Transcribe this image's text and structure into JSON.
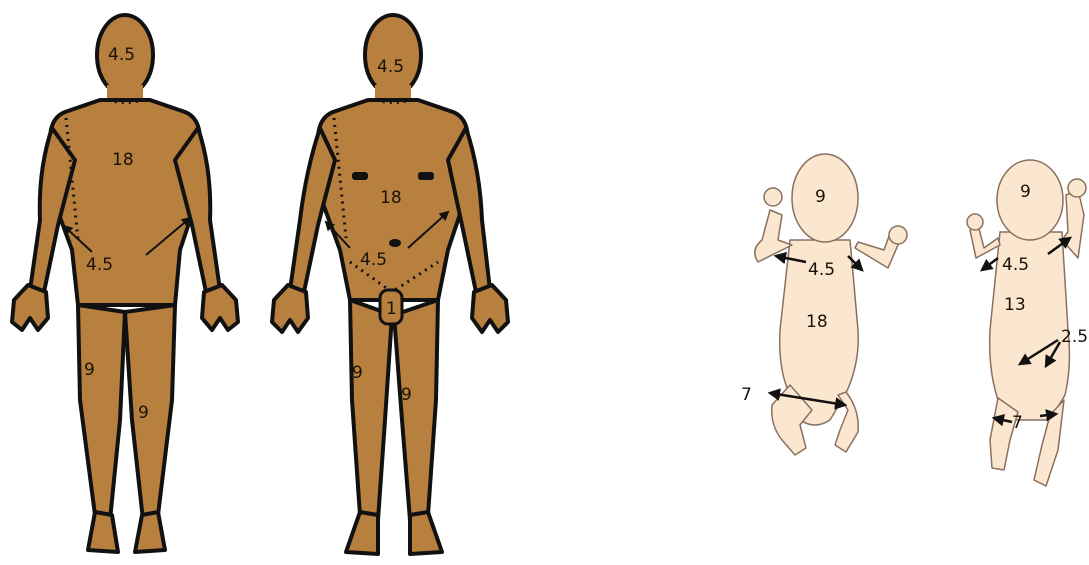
{
  "colors": {
    "adult_skin": "#b8803f",
    "infant_skin": "#fbe7cf",
    "outline": "#111111"
  },
  "adult_back": {
    "head": "4.5",
    "trunk": "18",
    "arm": "4.5",
    "leg_right": "9",
    "leg_left": "9"
  },
  "adult_front": {
    "head": "4.5",
    "trunk": "18",
    "arm": "4.5",
    "genitals": "1",
    "leg_right": "9",
    "leg_left": "9"
  },
  "infant_front": {
    "head": "9",
    "arm": "4.5",
    "trunk": "18",
    "leg": "7"
  },
  "infant_back": {
    "head": "9",
    "arm": "4.5",
    "trunk": "13",
    "buttock": "2.5",
    "leg": "7"
  }
}
